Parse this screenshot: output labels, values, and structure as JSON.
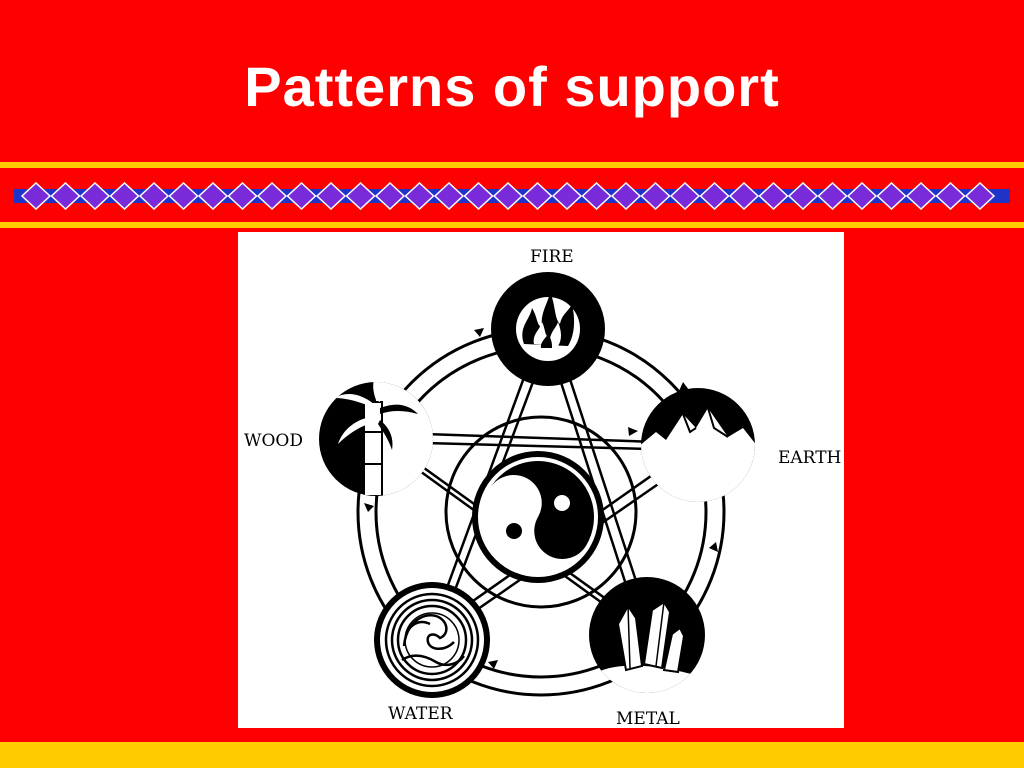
{
  "slide": {
    "title": "Patterns of support"
  },
  "colors": {
    "background": "#ff0000",
    "gold": "#ffcc00",
    "band": "#1f33c9",
    "diamond": "#7a2bd9"
  },
  "diagram": {
    "elements": [
      {
        "id": "fire",
        "label": "FIRE",
        "icon": "flame-icon"
      },
      {
        "id": "earth",
        "label": "EARTH",
        "icon": "mountain-icon"
      },
      {
        "id": "metal",
        "label": "METAL",
        "icon": "crystal-icon"
      },
      {
        "id": "water",
        "label": "WATER",
        "icon": "wave-icon"
      },
      {
        "id": "wood",
        "label": "WOOD",
        "icon": "bamboo-icon"
      }
    ],
    "center_icon": "yin-yang-icon"
  }
}
